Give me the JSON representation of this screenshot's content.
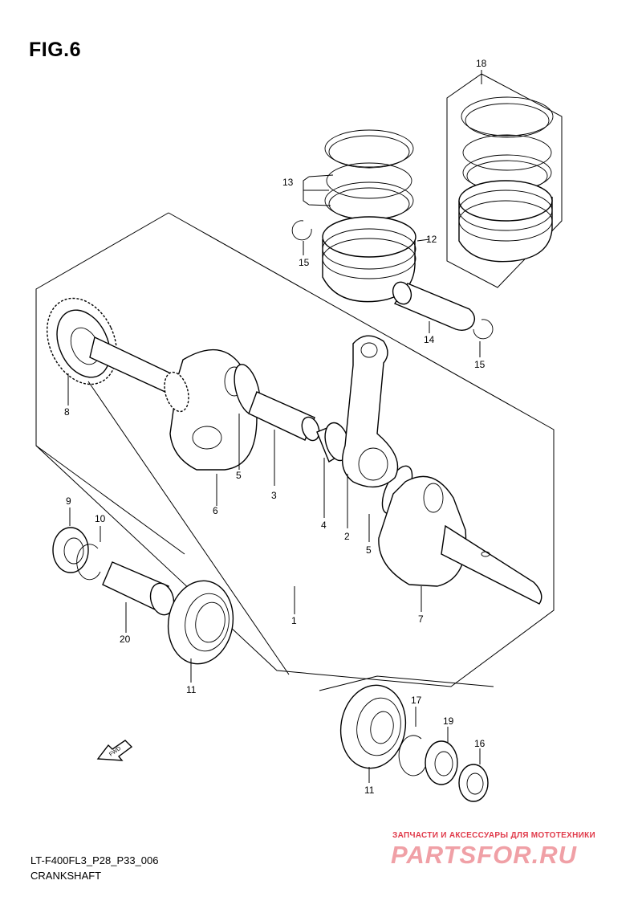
{
  "figure": {
    "title": "FIG.6"
  },
  "callouts": [
    {
      "id": "c1",
      "label": "1"
    },
    {
      "id": "c2",
      "label": "2"
    },
    {
      "id": "c3",
      "label": "3"
    },
    {
      "id": "c4",
      "label": "4"
    },
    {
      "id": "c5a",
      "label": "5"
    },
    {
      "id": "c5b",
      "label": "5"
    },
    {
      "id": "c6",
      "label": "6"
    },
    {
      "id": "c7",
      "label": "7"
    },
    {
      "id": "c8",
      "label": "8"
    },
    {
      "id": "c9",
      "label": "9"
    },
    {
      "id": "c10",
      "label": "10"
    },
    {
      "id": "c11a",
      "label": "11"
    },
    {
      "id": "c11b",
      "label": "11"
    },
    {
      "id": "c12",
      "label": "12"
    },
    {
      "id": "c13",
      "label": "13"
    },
    {
      "id": "c14",
      "label": "14"
    },
    {
      "id": "c15a",
      "label": "15"
    },
    {
      "id": "c15b",
      "label": "15"
    },
    {
      "id": "c16",
      "label": "16"
    },
    {
      "id": "c17",
      "label": "17"
    },
    {
      "id": "c18",
      "label": "18"
    },
    {
      "id": "c19",
      "label": "19"
    },
    {
      "id": "c20",
      "label": "20"
    }
  ],
  "fwd_label": "FWD",
  "footer": {
    "code": "LT-F400FL3_P28_P33_006",
    "name": "CRANKSHAFT"
  },
  "watermark": {
    "tagline": "ЗАПЧАСТИ И АКСЕССУАРЫ ДЛЯ МОТОТЕХНИКИ",
    "brand": "PARTSFOR.RU"
  }
}
